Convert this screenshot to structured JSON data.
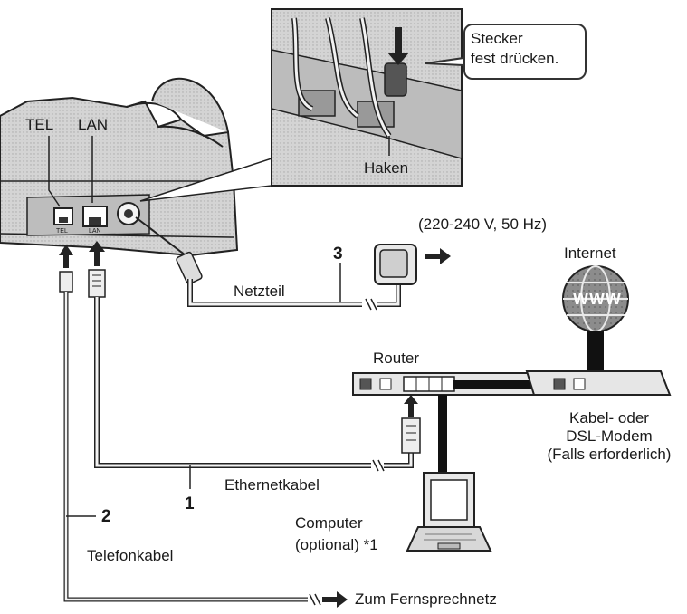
{
  "labels": {
    "tel": "TEL",
    "lan": "LAN",
    "tel_small": "TEL",
    "lan_small": "LAN",
    "callout_line1": "Stecker",
    "callout_line2": "fest drücken.",
    "haken": "Haken",
    "voltage": "(220-240 V, 50 Hz)",
    "internet": "Internet",
    "www": "WWW",
    "netzteil": "Netzteil",
    "router": "Router",
    "modem_line1": "Kabel- oder",
    "modem_line2": "DSL-Modem",
    "modem_line3": "(Falls erforderlich)",
    "ethernet": "Ethernetkabel",
    "computer_line1": "Computer",
    "computer_line2": "(optional) *1",
    "telefonkabel": "Telefonkabel",
    "fernsprechnetz": "Zum Fernsprechnetz"
  },
  "numbers": {
    "n1": "1",
    "n2": "2",
    "n3": "3"
  }
}
